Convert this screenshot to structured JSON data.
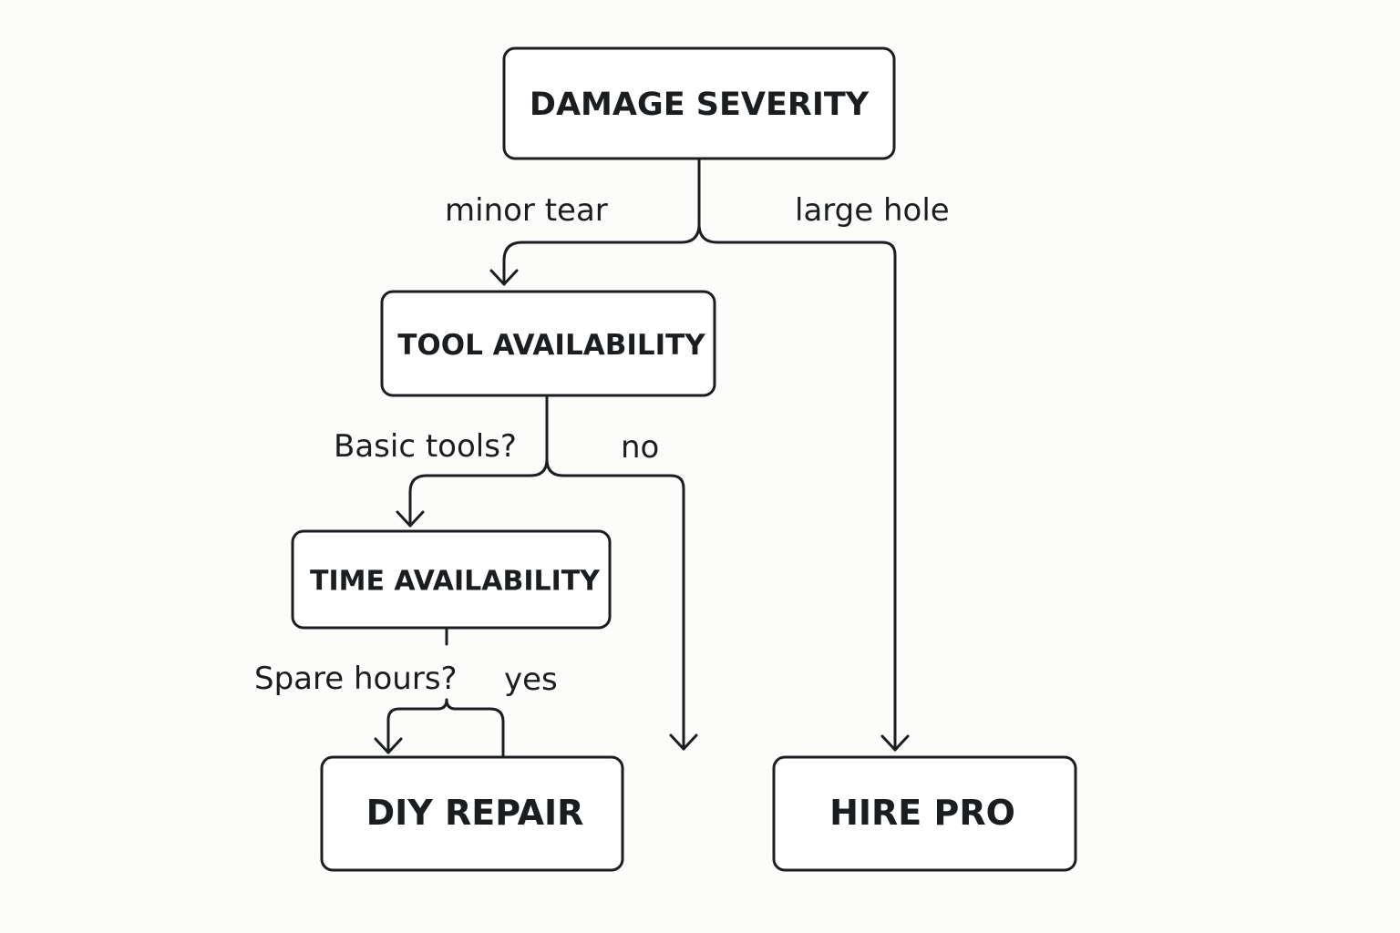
{
  "nodes": {
    "damage_severity": "DAMAGE SEVERITY",
    "tool_availability": "TOOL AVAILABILITY",
    "time_availability": "TIME AVAILABILITY",
    "diy_repair": "DIY REPAIR",
    "hire_pro": "HIRE PRO"
  },
  "edges": {
    "minor_tear": "minor tear",
    "large_hole": "large hole",
    "basic_tools": "Basic tools?",
    "no": "no",
    "spare_hours": "Spare hours?",
    "yes": "yes"
  },
  "colors": {
    "background": "#fcfcfa",
    "stroke": "#1b1e21",
    "box_fill": "#ffffff"
  }
}
